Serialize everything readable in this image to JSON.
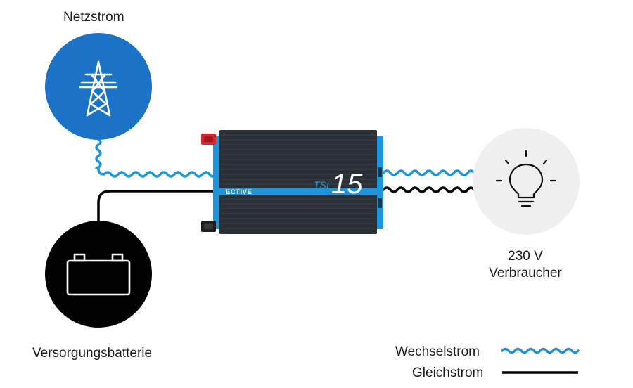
{
  "nodes": {
    "grid": {
      "label": "Netzstrom",
      "icon": "power-tower-icon",
      "color": "#1a73c6"
    },
    "battery": {
      "label": "Versorgungsbatterie",
      "icon": "battery-icon",
      "color": "#000000"
    },
    "load": {
      "label_line1": "230 V",
      "label_line2": "Verbraucher",
      "icon": "light-bulb-icon",
      "color": "#efefef"
    }
  },
  "device": {
    "brand": "ECTIVE",
    "model_prefix": "TSI",
    "model_number": "15",
    "body_color": "#2b3036",
    "accent_color": "#1f95d8"
  },
  "legend": {
    "ac_label": "Wechselstrom",
    "dc_label": "Gleichstrom",
    "ac_color": "#1f95d8",
    "dc_color": "#000000"
  }
}
